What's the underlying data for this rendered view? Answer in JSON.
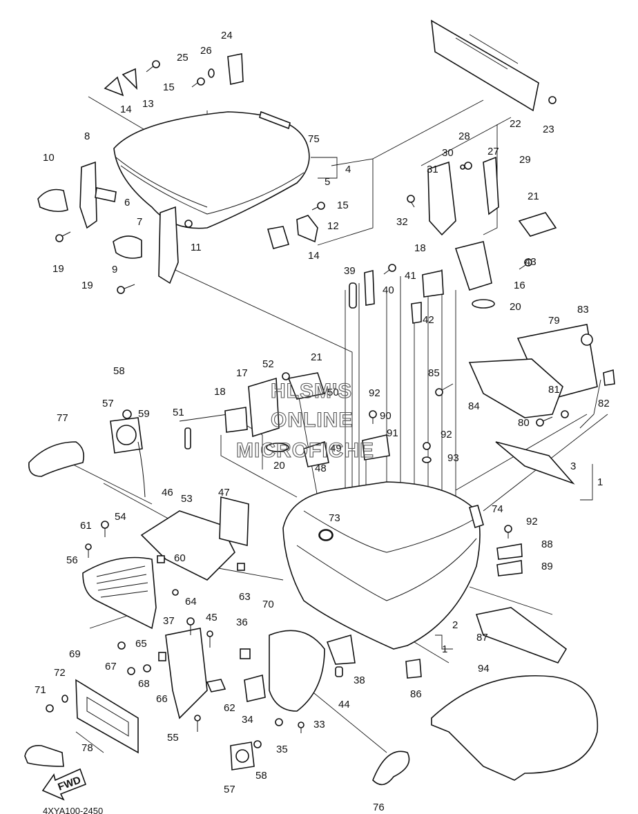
{
  "watermark": [
    "HLSM'S",
    "ONLINE",
    "MICROFICHE"
  ],
  "fwd_label": "FWD",
  "diagram_code": "4XYA100-2450",
  "callouts": [
    "1",
    "2",
    "3",
    "4",
    "5",
    "6",
    "7",
    "8",
    "9",
    "10",
    "11",
    "12",
    "13",
    "14",
    "15",
    "16",
    "17",
    "18",
    "19",
    "20",
    "21",
    "22",
    "23",
    "24",
    "25",
    "26",
    "27",
    "28",
    "29",
    "30",
    "31",
    "32",
    "33",
    "34",
    "35",
    "36",
    "37",
    "38",
    "39",
    "40",
    "41",
    "42",
    "43",
    "44",
    "45",
    "46",
    "47",
    "48",
    "49",
    "50",
    "51",
    "52",
    "53",
    "54",
    "55",
    "56",
    "57",
    "58",
    "59",
    "60",
    "61",
    "62",
    "63",
    "64",
    "65",
    "66",
    "67",
    "68",
    "69",
    "70",
    "71",
    "72",
    "73",
    "74",
    "75",
    "76",
    "77",
    "78",
    "79",
    "80",
    "81",
    "82",
    "83",
    "84",
    "85",
    "86",
    "87",
    "88",
    "89",
    "90",
    "91",
    "92",
    "93",
    "94"
  ]
}
